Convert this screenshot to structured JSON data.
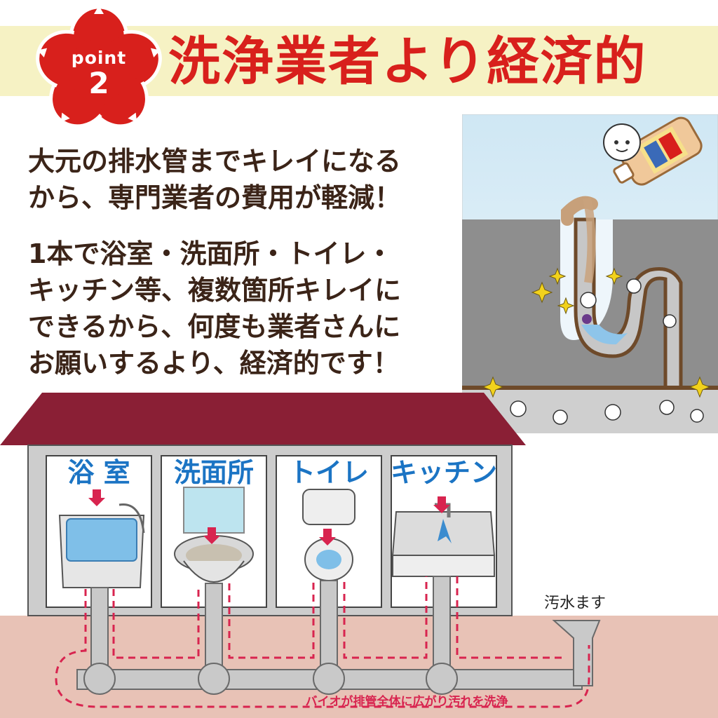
{
  "badge": {
    "word": "point",
    "number": "2"
  },
  "headline": "洗浄業者より経済的",
  "paragraph1": [
    "大元の排水管までキレイになる",
    "から、専門業者の費用が軽減！"
  ],
  "paragraph2": [
    "1本で浴室・洗面所・トイレ・",
    "キッチン等、複数箇所キレイに",
    "できるから、何度も業者さんに",
    "お願いするより、経済的です！"
  ],
  "rooms": [
    {
      "label": "浴 室"
    },
    {
      "label": "洗面所"
    },
    {
      "label": "トイレ"
    },
    {
      "label": "キッチン"
    }
  ],
  "sewer_label": "汚水ます",
  "pipe_caption": "バイオが排管全体に広がり汚れを洗浄",
  "colors": {
    "headline_red": "#d8201c",
    "band_cream": "#f6f2c4",
    "text_brown": "#3b2418",
    "room_blue": "#1b74c4",
    "roof_maroon": "#8a1f35",
    "ground_pink": "#e8c2b6",
    "pipe_gray": "#c9c9c9",
    "flow_red": "#d8244f"
  }
}
